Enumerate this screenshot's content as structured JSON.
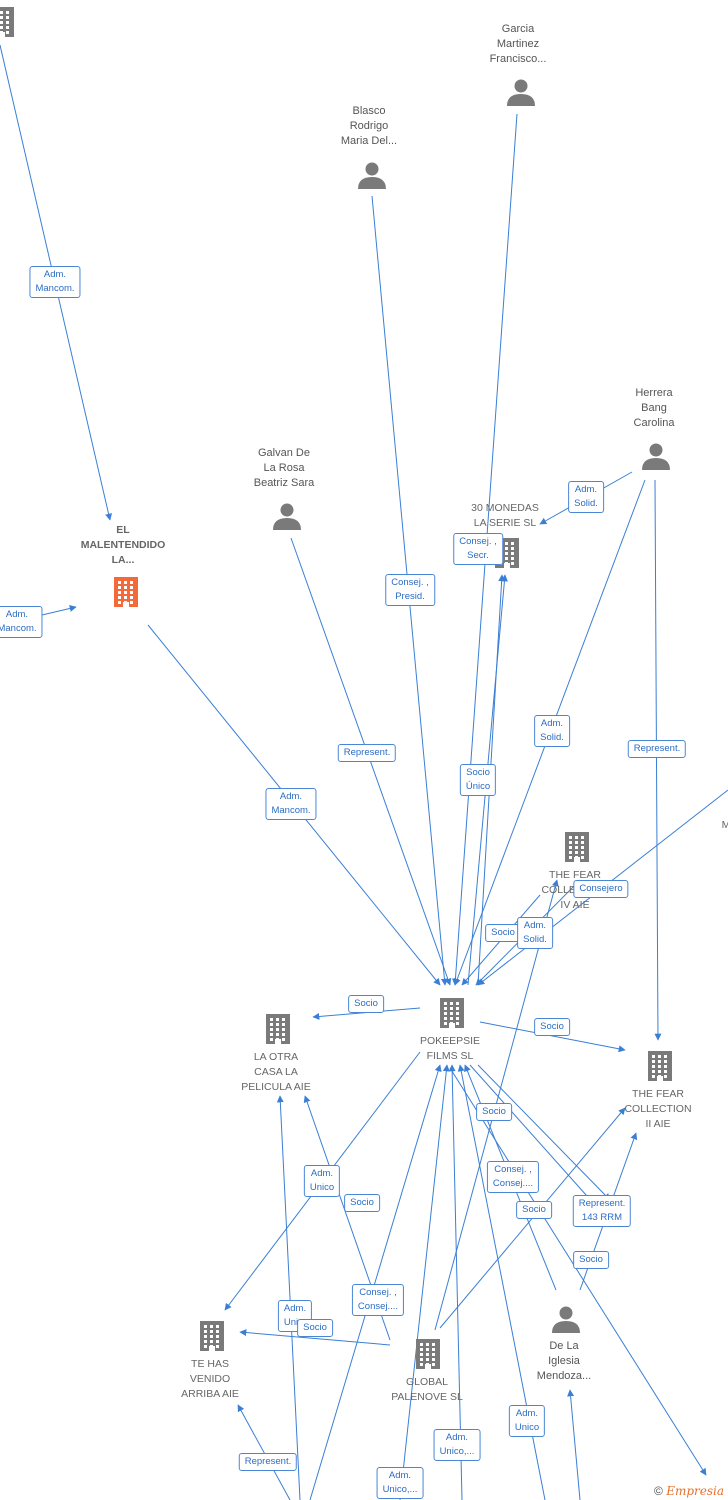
{
  "colors": {
    "edge": "#3a7fd5",
    "company": "#7a7a7a",
    "person": "#7a7a7a",
    "focus": "#f26a3a"
  },
  "nodes": [
    {
      "id": "top-left",
      "label": "",
      "kind": "company"
    },
    {
      "id": "garcia",
      "label": "Garcia\nMartinez\nFrancisco...",
      "kind": "person"
    },
    {
      "id": "blasco",
      "label": "Blasco\nRodrigo\nMaria Del...",
      "kind": "person"
    },
    {
      "id": "herrera",
      "label": "Herrera\nBang\nCarolina",
      "kind": "person"
    },
    {
      "id": "galvan",
      "label": "Galvan De\nLa Rosa\nBeatriz Sara",
      "kind": "person"
    },
    {
      "id": "malentendido",
      "label": "EL\nMALENTENDIDO\nLA...",
      "kind": "focus"
    },
    {
      "id": "monedas",
      "label": "30 MONEDAS\nLA SERIE SL",
      "kind": "company"
    },
    {
      "id": "fear4",
      "label": "THE FEAR\nCOLLECTION\nIV AIE",
      "kind": "company"
    },
    {
      "id": "pokeepsie",
      "label": "POKEEPSIE\nFILMS SL",
      "kind": "company"
    },
    {
      "id": "otracasa",
      "label": "LA OTRA\nCASA LA\nPELICULA AIE",
      "kind": "company"
    },
    {
      "id": "fear2",
      "label": "THE FEAR\nCOLLECTION\nII AIE",
      "kind": "company"
    },
    {
      "id": "tehas",
      "label": "TE HAS\nVENIDO\nARRIBA AIE",
      "kind": "company"
    },
    {
      "id": "palenove",
      "label": "GLOBAL\nPALENOVE SL",
      "kind": "company"
    },
    {
      "id": "delaiglesia",
      "label": "De La\nIglesia\nMendoza...",
      "kind": "person"
    },
    {
      "id": "m-right",
      "label": "M",
      "kind": "company"
    }
  ],
  "edge_labels": [
    "Adm.\nMancom.",
    "Adm.\nMancom.",
    "Consej. ,\nPresid.",
    "Adm.\nSolid.",
    "Consej. ,\nSecr.",
    "Represent.",
    "Adm.\nMancom.",
    "Socio\nÚnico",
    "Adm.\nSolid.",
    "Represent.",
    "Consejero",
    "Socio",
    "Adm.\nSolid.",
    "Socio",
    "Socio",
    "Socio",
    "Consej. ,\nConsej....",
    "Adm.\nUnico",
    "Socio",
    "Socio",
    "Represent.\n143 RRM",
    "Socio",
    "Consej. ,\nConsej....",
    "Adm.\nUni...",
    "Socio",
    "Adm.\nUnico,...",
    "Adm.\nUnico",
    "Represent.",
    "Adm.\nUnico,..."
  ],
  "footer": {
    "copyright": "©",
    "brand": "Empresia"
  }
}
